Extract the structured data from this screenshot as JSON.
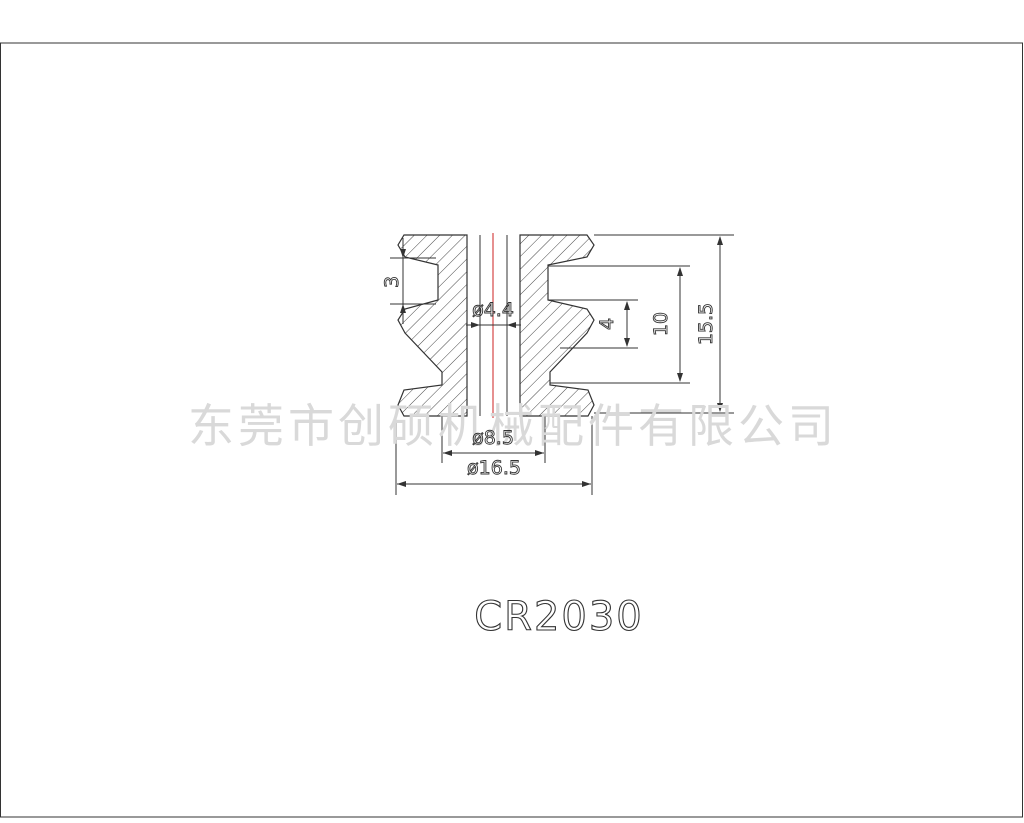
{
  "drawing": {
    "part_number": "CR2030",
    "watermark": "东莞市创硕机械配件有限公司",
    "dimensions": {
      "groove_width": "3",
      "bore_diameter": "ø4.4",
      "groove_depth_band": "4",
      "groove_span": "10",
      "overall_height": "15.5",
      "hub_diameter": "ø8.5",
      "outer_diameter": "ø16.5"
    }
  },
  "colors": {
    "line": "#333333",
    "centerline": "#cc2222",
    "watermark": "#d9d9d9",
    "background": "#ffffff"
  }
}
